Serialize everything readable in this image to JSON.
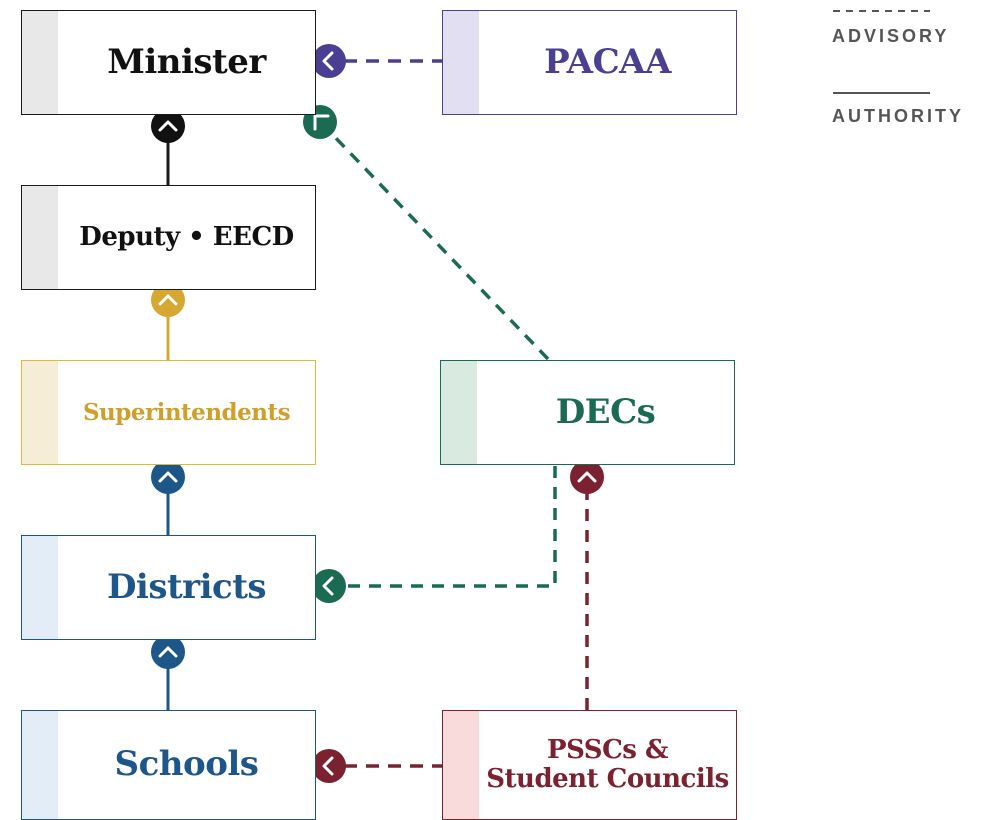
{
  "legend": {
    "advisory_label": "ADVISORY",
    "authority_label": "AUTHORITY"
  },
  "nodes": {
    "minister": "Minister",
    "pacaa": "PACAA",
    "deputy": "Deputy • EECD",
    "superintendents": "Superintendents",
    "decs": "DECs",
    "districts": "Districts",
    "schools": "Schools",
    "pssc_line1": "PSSCs &",
    "pssc_line2": "Student Councils"
  },
  "colors": {
    "black": "#1a1a1a",
    "purple": "#4a3f93",
    "green": "#1b6a52",
    "gold": "#d6a832",
    "blue": "#1d578a",
    "maroon": "#7b2130"
  }
}
